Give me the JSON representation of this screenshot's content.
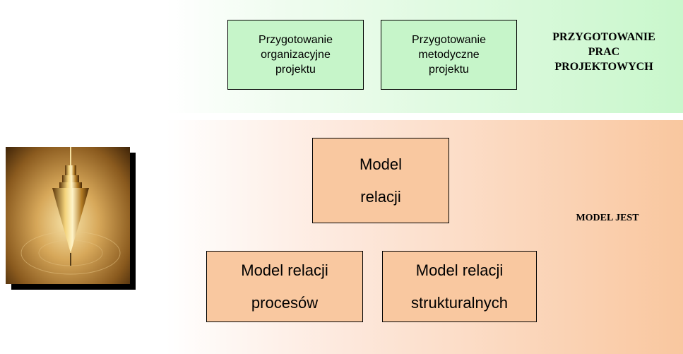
{
  "top": {
    "boxes": [
      "Przygotowanie organizacyjne projektu",
      "Przygotowanie metodyczne projektu"
    ],
    "box1": {
      "l1": "Przygotowanie",
      "l2": "organizacyjne",
      "l3": "projektu"
    },
    "box2": {
      "l1": "Przygotowanie",
      "l2": "metodyczne",
      "l3": "projektu"
    },
    "title": {
      "l1": "PRZYGOTOWANIE",
      "l2": "PRAC",
      "l3": "PROJEKTOWYCH"
    }
  },
  "bottom": {
    "model_relacji": {
      "l1": "Model",
      "l2": "relacji"
    },
    "model_procesow": {
      "l1": "Model relacji",
      "l2": "procesów"
    },
    "model_struktur": {
      "l1": "Model relacji",
      "l2": "strukturalnych"
    },
    "title": "MODEL JEST"
  },
  "colors": {
    "green_box": "#c6f5c9",
    "orange_box": "#f9c8a0",
    "green_band": "#c9f7cc",
    "orange_band": "#f9c79f"
  },
  "image": {
    "subject": "plumb-bob-image"
  }
}
